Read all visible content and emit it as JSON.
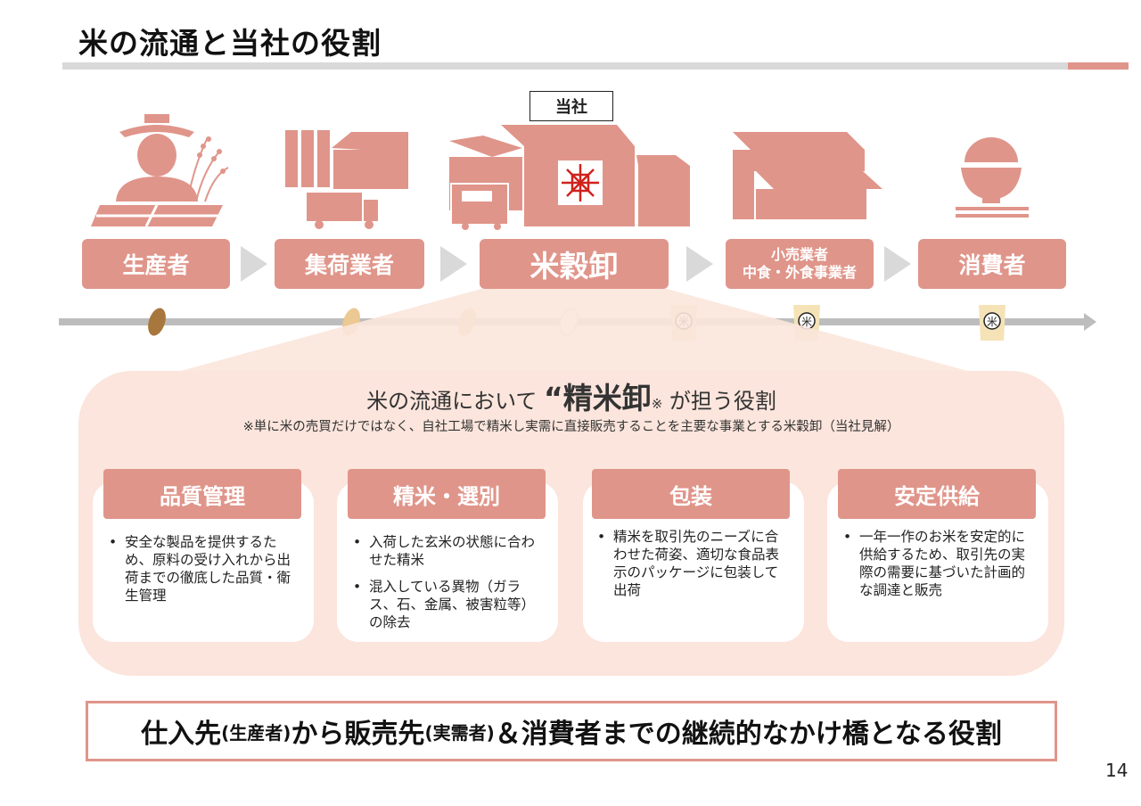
{
  "page": {
    "title": "米の流通と当社の役割",
    "page_number": "14",
    "accent_color": "#e0958a"
  },
  "company_tag": "当社",
  "stages": [
    {
      "label": "生産者",
      "icon": "farmer-icon"
    },
    {
      "label": "集荷業者",
      "icon": "collector-warehouse-icon"
    },
    {
      "label": "米穀卸",
      "icon": "rice-wholesaler-factory-icon"
    },
    {
      "label_line1": "小売業者",
      "label_line2": "中食・外食事業者",
      "icon": "retail-store-icon"
    },
    {
      "label": "消費者",
      "icon": "rice-bowl-icon"
    }
  ],
  "timeline_items": [
    "rice-grain-icon",
    "brown-rice-icon",
    "brown-rice-icon",
    "polished-rice-icon",
    "rice-bag-icon",
    "rice-bag-icon",
    "rice-bag-icon"
  ],
  "role_panel": {
    "heading_pre": "米の流通において",
    "heading_emph": "“精米卸",
    "heading_mark": "※",
    "heading_post": "が担う役割",
    "note": "※単に米の売買だけではなく、自社工場で精米し実需に直接販売することを主要な事業とする米穀卸（当社見解）"
  },
  "roles": [
    {
      "title": "品質管理",
      "bullets": [
        "安全な製品を提供するため、原料の受け入れから出荷までの徹底した品質・衛生管理"
      ]
    },
    {
      "title": "精米・選別",
      "bullets": [
        "入荷した玄米の状態に合わせた精米",
        "混入している異物（ガラス、石、金属、被害粒等）の除去"
      ]
    },
    {
      "title": "包装",
      "bullets": [
        "精米を取引先のニーズに合わせた荷姿、適切な食品表示のパッケージに包装して出荷"
      ]
    },
    {
      "title": "安定供給",
      "bullets": [
        "一年一作のお米を安定的に供給するため、取引先の実際の需要に基づいた計画的な調達と販売"
      ]
    }
  ],
  "bottom_statement": {
    "p1": "仕入先",
    "p2": "(生産者)",
    "p3": "から販売先",
    "p4": "(実需者)",
    "p5": "＆消費者までの継続的なかけ橋となる役割"
  }
}
